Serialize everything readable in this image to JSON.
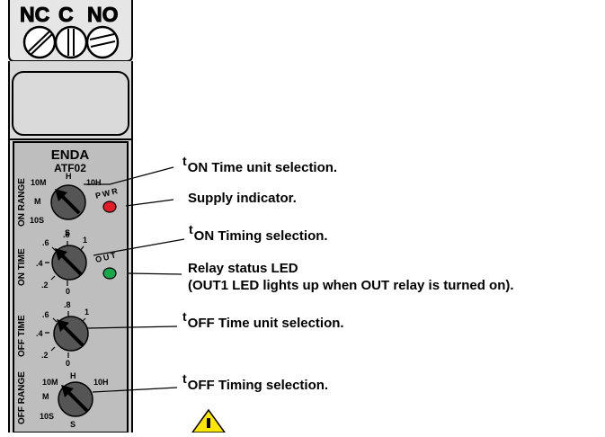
{
  "terminals": {
    "nc": "NC",
    "c": "C",
    "no": "NO"
  },
  "device": {
    "brand": "ENDA",
    "model": "ATF02"
  },
  "dials": {
    "on_range": {
      "title": "ON RANGE",
      "ticks": [
        "10M",
        "H",
        "10H",
        "M",
        "10S",
        "S"
      ]
    },
    "on_time": {
      "title": "ON TIME",
      "ticks": [
        ".8",
        ".6",
        "1",
        ".4",
        ".2",
        "0"
      ]
    },
    "off_time": {
      "title": "OFF TIME",
      "ticks": [
        ".8",
        ".6",
        "1",
        ".4",
        ".2",
        "0"
      ]
    },
    "off_range": {
      "title": "OFF RANGE",
      "ticks": [
        "10M",
        "H",
        "10H",
        "M",
        "10S",
        "S"
      ]
    }
  },
  "leds": {
    "pwr": {
      "label": "PWR",
      "color": "#e41e26"
    },
    "out": {
      "label": "OUT",
      "color": "#17a84a"
    }
  },
  "annotations": {
    "t_prefix": "t",
    "on_time_unit": "ON Time unit selection.",
    "supply": "Supply indicator.",
    "on_timing": "ON Timing selection.",
    "relay_led_1": "Relay status LED",
    "relay_led_2": "(OUT1 LED lights up when OUT relay is turned on).",
    "off_time_unit": "OFF Time unit selection.",
    "off_timing": "OFF Timing selection."
  },
  "warning": {
    "icon": "warning-triangle-icon",
    "color": "#ffe600"
  }
}
